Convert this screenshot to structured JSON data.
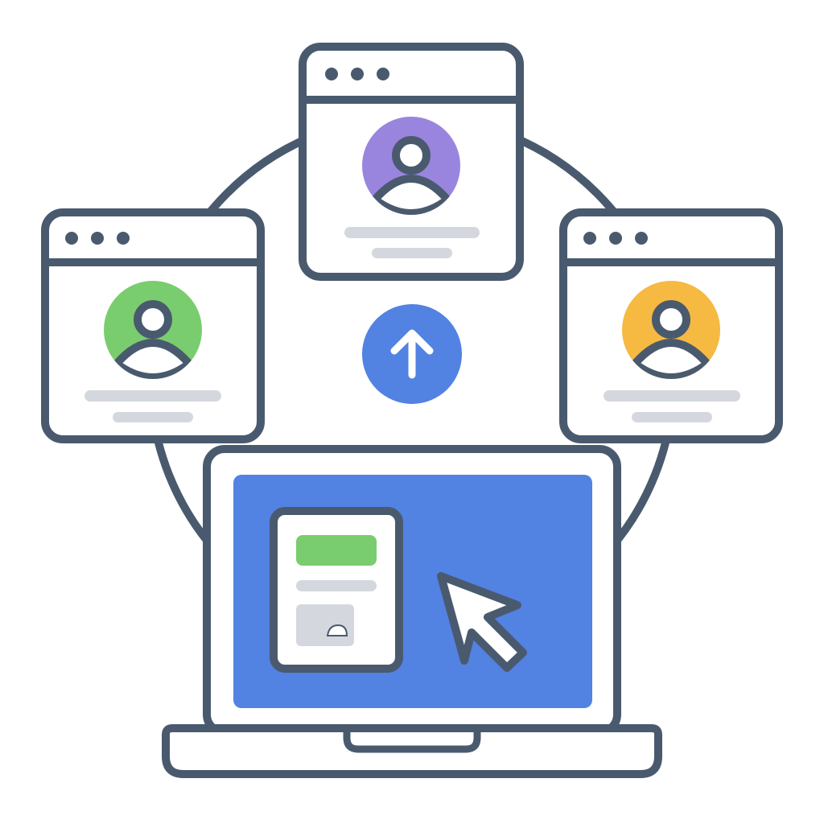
{
  "palette": {
    "outline": "#4a5a6e",
    "fill": "#ffffff",
    "placeholder": "#d4d8de",
    "accent_blue": "#5282e2",
    "avatar_green": "#79cd6e",
    "avatar_purple": "#9a85de",
    "avatar_orange": "#f6b942"
  },
  "icons": {
    "upload": "up-arrow-icon",
    "pointer": "mouse-cursor-icon",
    "profile": "user-avatar-icon",
    "image": "image-placeholder-icon"
  },
  "profile_cards": [
    {
      "position": "top",
      "avatar_color": "#9a85de"
    },
    {
      "position": "left",
      "avatar_color": "#79cd6e"
    },
    {
      "position": "right",
      "avatar_color": "#f6b942"
    }
  ]
}
